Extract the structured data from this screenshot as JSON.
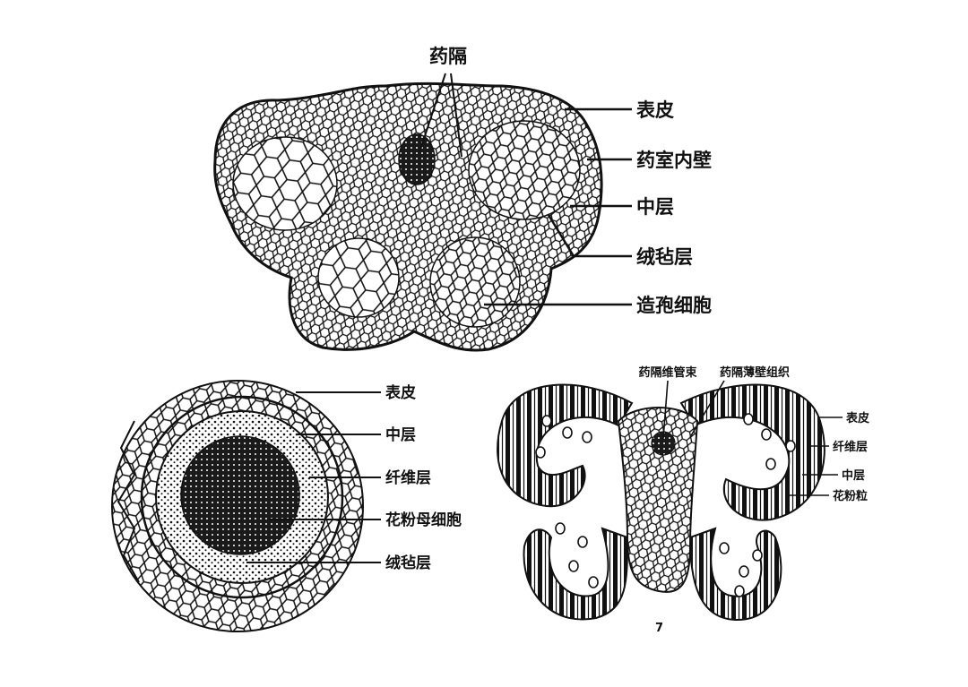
{
  "top_figure": {
    "connective_label": "药隔",
    "labels": [
      "表皮",
      "药室内壁",
      "中层",
      "绒毡层",
      "造孢细胞"
    ]
  },
  "bottom_left_figure": {
    "labels": [
      "表皮",
      "中层",
      "纤维层",
      "花粉母细胞",
      "绒毡层"
    ]
  },
  "bottom_right_figure": {
    "top_labels": [
      "药隔维管束",
      "药隔薄壁组织"
    ],
    "side_labels": [
      "表皮",
      "纤维层",
      "中层",
      "花粉粒"
    ],
    "footnote": "7"
  }
}
